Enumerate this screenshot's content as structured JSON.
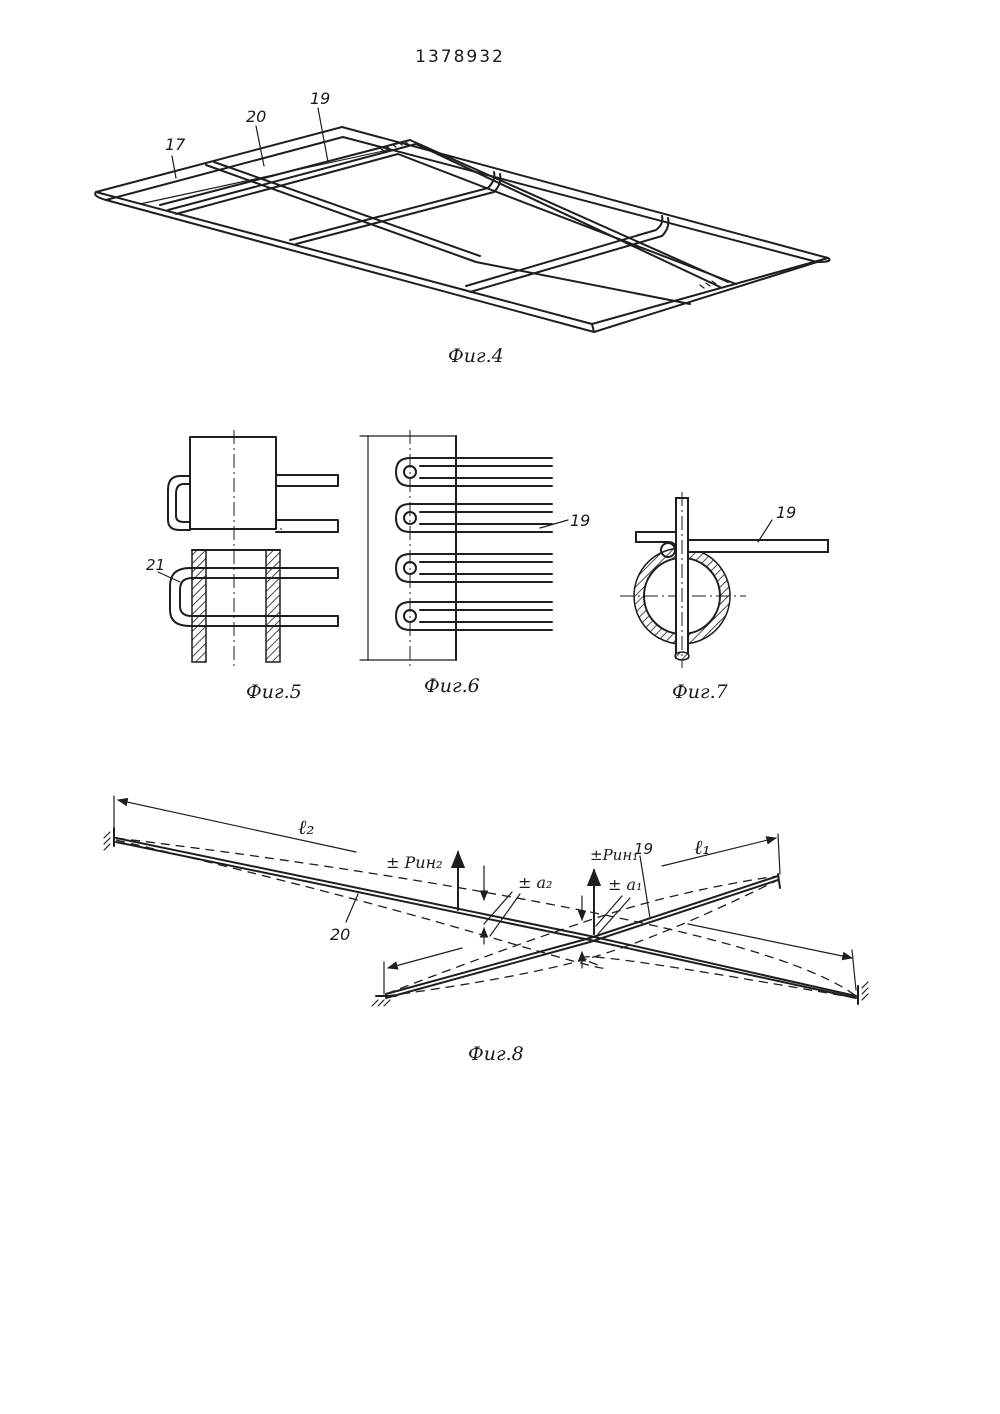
{
  "document": {
    "patent_number": "1378932"
  },
  "figures": {
    "fig4": {
      "caption": "Фиг.4",
      "labels": {
        "frame": "17",
        "cross_bar": "20",
        "rods": "19"
      }
    },
    "fig5": {
      "caption": "Фиг.5",
      "labels": {
        "clip": "21"
      }
    },
    "fig6": {
      "caption": "Фиг.6",
      "labels": {
        "rods": "19"
      }
    },
    "fig7": {
      "caption": "Фиг.7",
      "labels": {
        "rod": "19"
      }
    },
    "fig8": {
      "caption": "Фиг.8",
      "labels": {
        "length_2": "ℓ₂",
        "length_1": "ℓ₁",
        "force_2": "± Pин₂",
        "force_1": "±Pин₁",
        "amplitude_2": "± a₂",
        "amplitude_1": "± a₁",
        "rod_19": "19",
        "rod_20": "20"
      }
    }
  }
}
